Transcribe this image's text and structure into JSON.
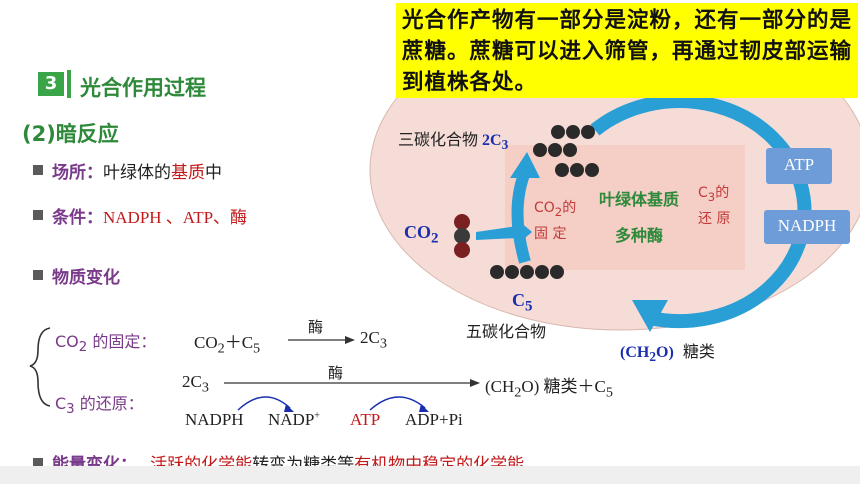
{
  "section": {
    "number": "3",
    "title": "光合作用过程"
  },
  "subtitle": "(2)暗反应",
  "place": {
    "label": "场所：",
    "text_a": "叶绿体的",
    "text_b": "基质",
    "text_c": "中"
  },
  "conditions": {
    "label": "条件：",
    "value": "NADPH 、ATP、酶"
  },
  "material": {
    "label": "物质变化"
  },
  "fixation": {
    "label": "CO",
    "label_sub": "2",
    "label_rest": " 的固定：",
    "eq_left": "CO",
    "eq_left_sub": "2",
    "eq_plus": "＋C",
    "eq_plus_sub": "5",
    "enzyme": "酶",
    "eq_right": "2C",
    "eq_right_sub": "3"
  },
  "reduction": {
    "label": "C",
    "label_sub": "3",
    "label_rest": " 的还原：",
    "eq_left": "2C",
    "eq_left_sub": "3",
    "enzyme": "酶",
    "eq_right": "(CH",
    "eq_right_sub": "2",
    "eq_right_rest": "O)  糖类＋C",
    "eq_right_sub2": "5",
    "nadph": "NADPH",
    "nadp": "NADP",
    "nadp_sup": "+",
    "atp": "ATP",
    "adp": "ADP+Pi"
  },
  "energy": {
    "label": "能量变化：",
    "text_a": "活跃的化学能",
    "text_b": "转变为糖类等",
    "text_c": "有机物中稳定的化学能"
  },
  "note": "光合作产物有一部分是淀粉，还有一部分的是蔗糖。蔗糖可以进入筛管，再通过韧皮部运输到植株各处。",
  "diagram": {
    "c3_label": "三碳化合物",
    "c3_formula": "2C",
    "c3_sub": "3",
    "co2": "CO",
    "co2_sub": "2",
    "center_line1": "叶绿体基质",
    "center_line2": "多种酶",
    "fix_line1": "CO",
    "fix_sub": "2",
    "fix_line1b": "的",
    "fix_line2": "固 定",
    "red_line1": "C",
    "red_sub": "3",
    "red_line1b": "的",
    "red_line2": "还 原",
    "c5": "C",
    "c5_sub": "5",
    "c5_label": "五碳化合物",
    "sugar": "(CH",
    "sugar_sub": "2",
    "sugar_rest": "O)",
    "sugar_label": "糖类",
    "atp": "ATP",
    "nadph": "NADPH"
  },
  "colors": {
    "green": "#2e8a3a",
    "purple": "#7a3a8a",
    "red": "#c21a1a",
    "blue": "#1a2fb0",
    "arrow": "#2a9fd6",
    "ellipse": "#f6dcd6"
  }
}
